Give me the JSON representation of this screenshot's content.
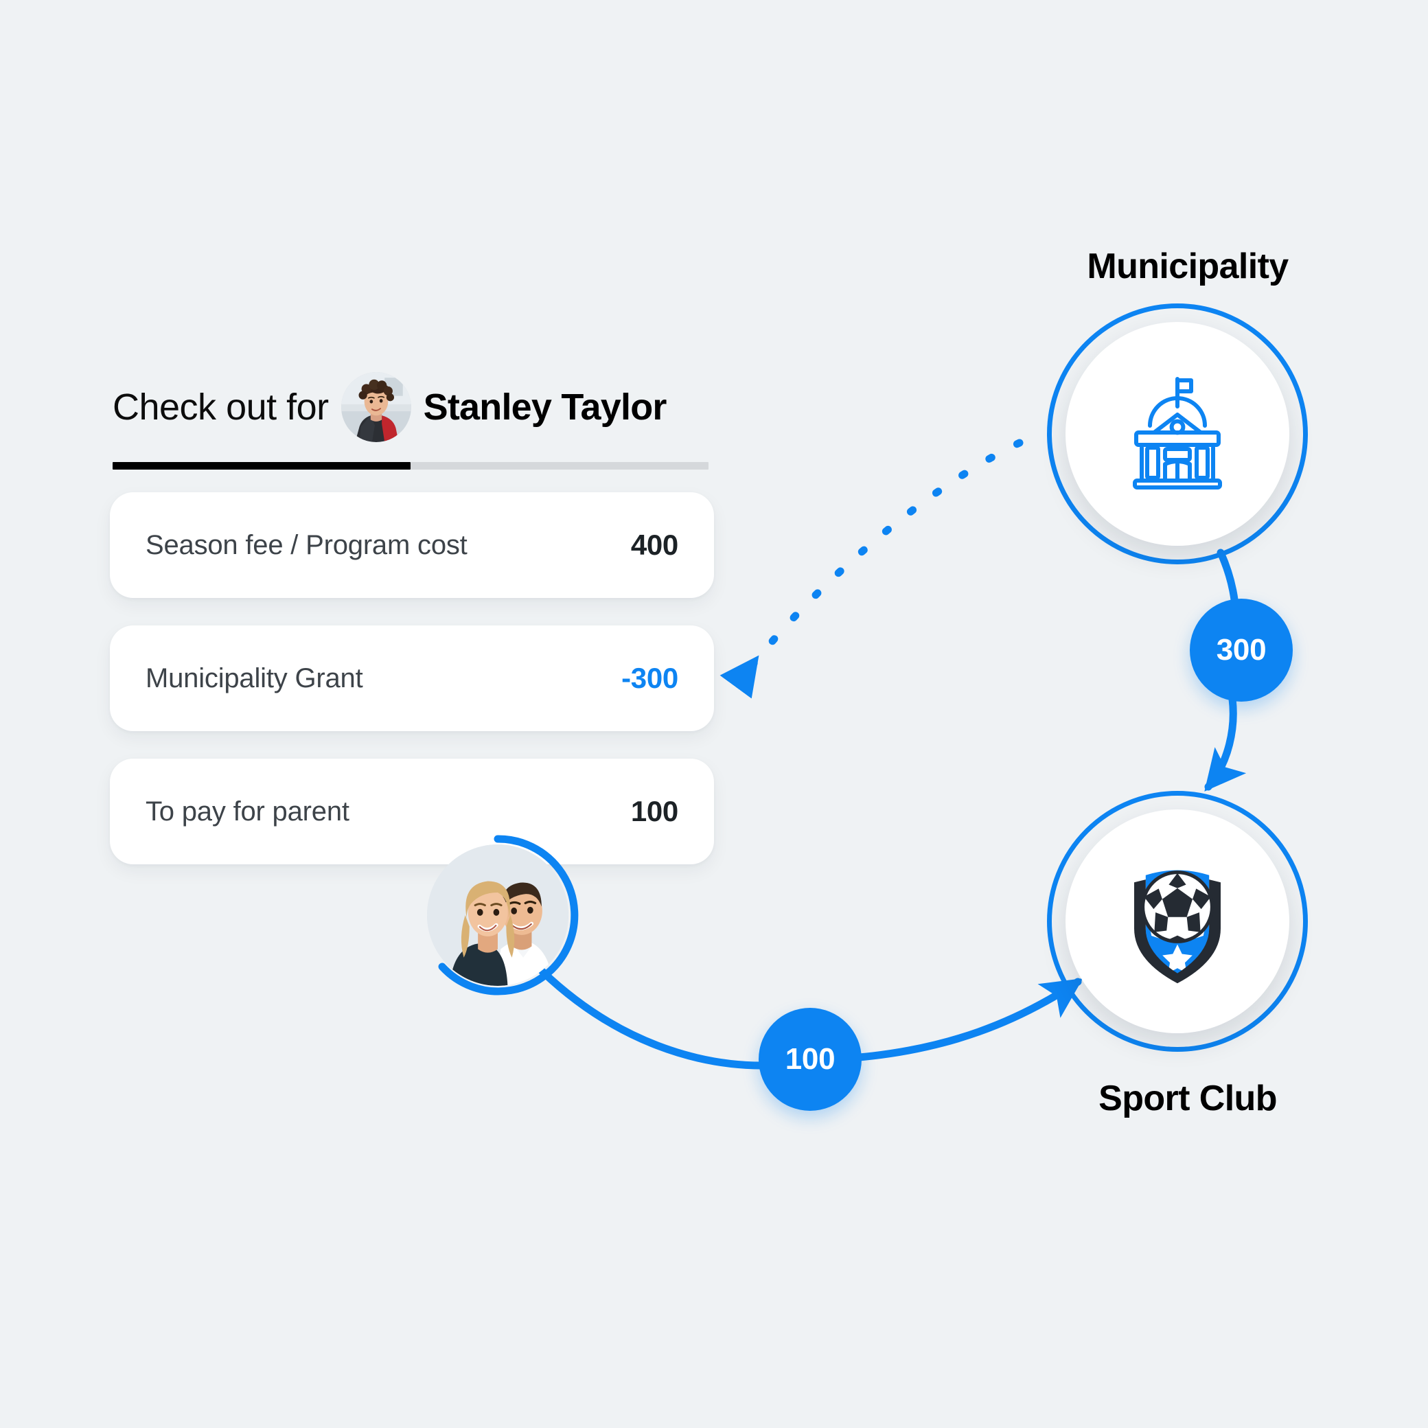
{
  "background_color": "#eff2f4",
  "accent_color": "#0d84f2",
  "checkout": {
    "title": "Check out for",
    "child_name": "Stanley Taylor",
    "child_avatar_icon": "child-avatar-photo",
    "progress_percent": 50,
    "rows": [
      {
        "label": "Season fee / Program cost",
        "value": "400",
        "accent": false
      },
      {
        "label": "Municipality Grant",
        "value": "-300",
        "accent": true
      },
      {
        "label": "To pay for parent",
        "value": "100",
        "accent": false
      }
    ],
    "parent_avatar_icon": "parent-avatar-photo"
  },
  "graph": {
    "municipality": {
      "title": "Municipality",
      "icon": "government-building-icon"
    },
    "sport_club": {
      "title": "Sport Club",
      "icon": "soccer-shield-icon"
    },
    "flows": [
      {
        "from": "municipality",
        "to": "sport-club",
        "amount": "300",
        "style": "solid"
      },
      {
        "from": "parent",
        "to": "sport-club",
        "amount": "100",
        "style": "solid"
      },
      {
        "from": "municipality",
        "to": "municipality-grant-row",
        "amount": "",
        "style": "dashed"
      }
    ]
  }
}
